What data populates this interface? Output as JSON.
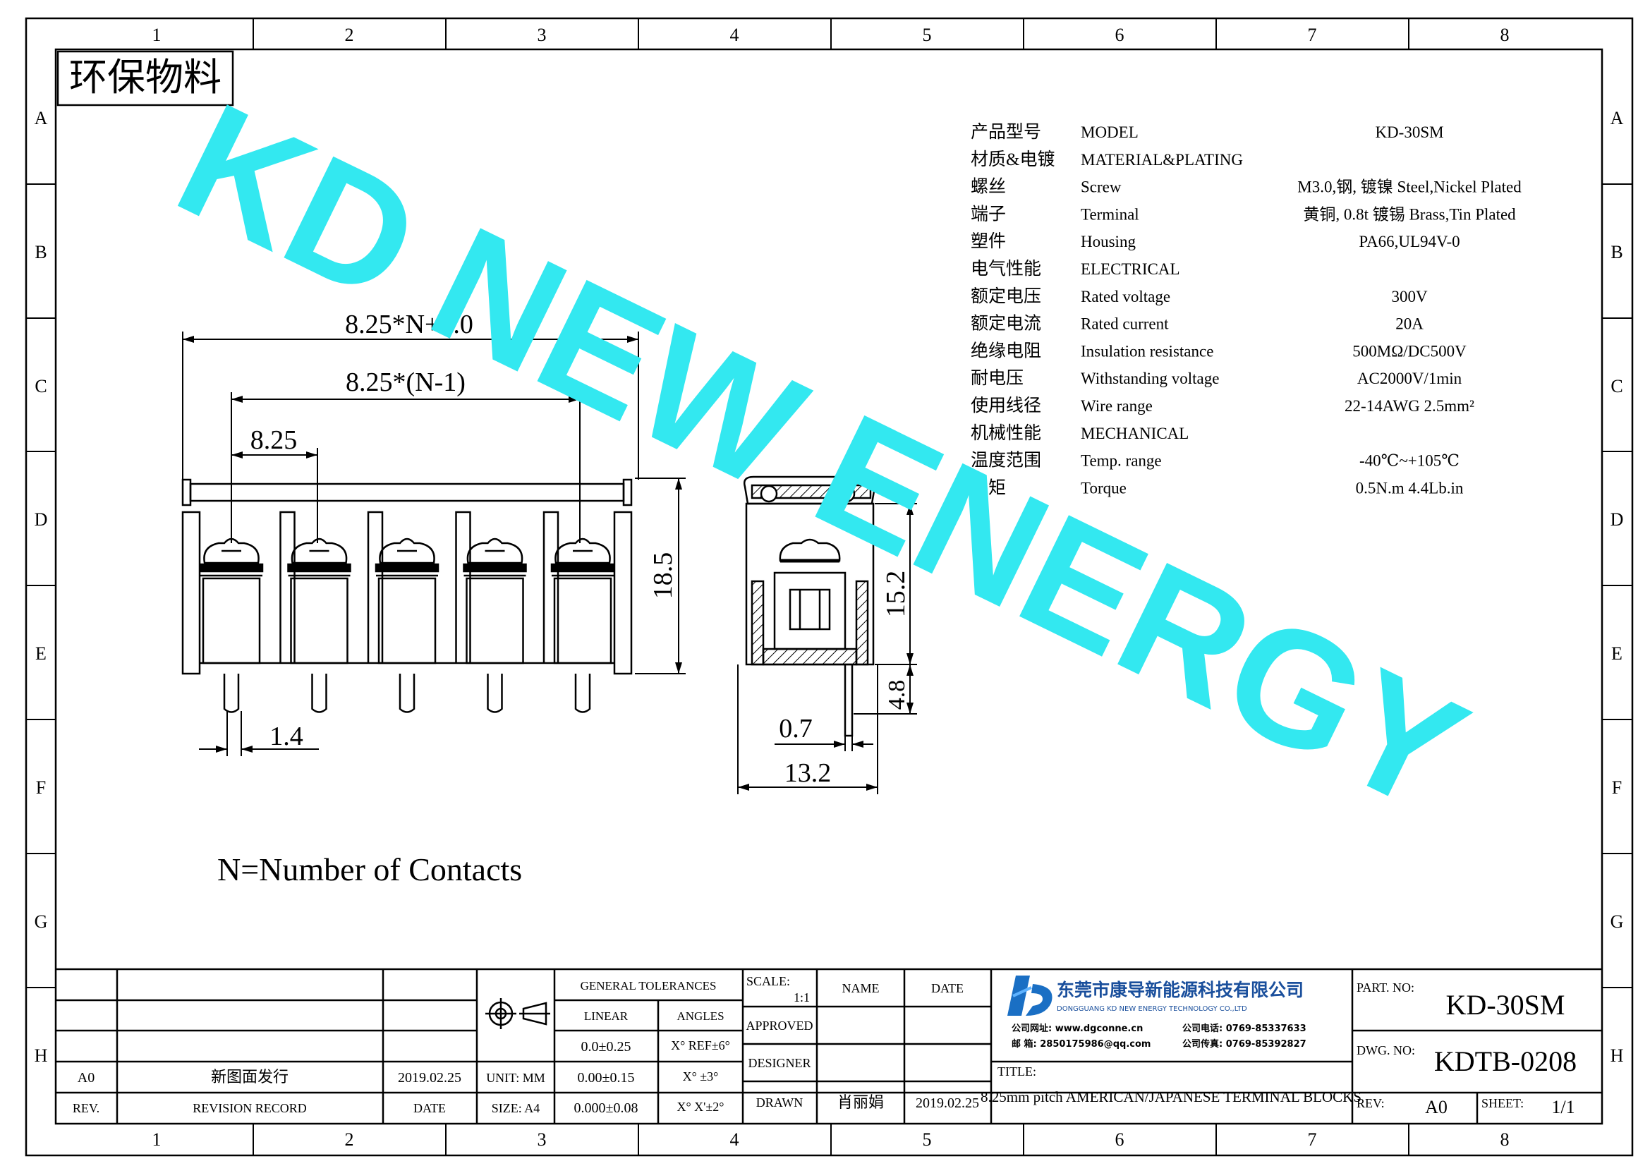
{
  "frame": {
    "columns": [
      "1",
      "2",
      "3",
      "4",
      "5",
      "6",
      "7",
      "8"
    ],
    "rows": [
      "A",
      "B",
      "C",
      "D",
      "E",
      "F",
      "G",
      "H"
    ]
  },
  "eco_label": "环保物料",
  "watermark": "KD NEW ENERGY",
  "spec_table": [
    {
      "cn": "产品型号",
      "en": "MODEL",
      "value": "KD-30SM"
    },
    {
      "cn": "材质&电镀",
      "en": "MATERIAL&PLATING",
      "value": ""
    },
    {
      "cn": "螺丝",
      "en": "Screw",
      "value": "M3.0,钢, 镀镍 Steel,Nickel Plated"
    },
    {
      "cn": "端子",
      "en": "Terminal",
      "value": "黄铜, 0.8t 镀锡 Brass,Tin Plated"
    },
    {
      "cn": "塑件",
      "en": "Housing",
      "value": "PA66,UL94V-0"
    },
    {
      "cn": "电气性能",
      "en": "ELECTRICAL",
      "value": ""
    },
    {
      "cn": "额定电压",
      "en": "Rated voltage",
      "value": "300V"
    },
    {
      "cn": "额定电流",
      "en": "Rated current",
      "value": "20A"
    },
    {
      "cn": "绝缘电阻",
      "en": "Insulation resistance",
      "value": "500MΩ/DC500V"
    },
    {
      "cn": "耐电压",
      "en": "Withstanding voltage",
      "value": "AC2000V/1min"
    },
    {
      "cn": "使用线径",
      "en": "Wire range",
      "value": "22-14AWG 2.5mm²"
    },
    {
      "cn": "机械性能",
      "en": "MECHANICAL",
      "value": ""
    },
    {
      "cn": "温度范围",
      "en": "Temp. range",
      "value": "-40℃~+105℃"
    },
    {
      "cn": "扭矩",
      "en": "Torque",
      "value": "0.5N.m  4.4Lb.in"
    }
  ],
  "dimensions": {
    "overall": "8.25*N+2.0",
    "span": "8.25*(N-1)",
    "pitch": "8.25",
    "height": "18.5",
    "pin_width": "1.4",
    "side_height": "15.2",
    "pin_length": "4.8",
    "pin_thickness": "0.7",
    "depth": "13.2"
  },
  "note": "N=Number of Contacts",
  "title_block": {
    "revision": {
      "rev": "A0",
      "record": "新图面发行",
      "date": "2019.02.25"
    },
    "revision_header": {
      "rev": "REV.",
      "record": "REVISION RECORD",
      "date": "DATE"
    },
    "unit": "UNIT: MM",
    "size": "SIZE: A4",
    "general_tolerances": "GENERAL TOLERANCES",
    "linear": "LINEAR",
    "angles": "ANGLES",
    "linear_values": [
      "0.0±0.25",
      "0.00±0.15",
      "0.000±0.08"
    ],
    "angle_values": [
      "X° REF±6°",
      "X° ±3°",
      "X° X'±2°"
    ],
    "scale_label": "SCALE:",
    "scale_value": "1:1",
    "name_label": "NAME",
    "date_label": "DATE",
    "approved": "APPROVED",
    "designer": "DESIGNER",
    "drawn": "DRAWN",
    "drawn_name": "肖丽娟",
    "drawn_date": "2019.02.25",
    "company_cn": "东莞市康导新能源科技有限公司",
    "company_en": "DONGGUANG KD NEW ENERGY TECHNOLOGY CO.,LTD",
    "website": "公司网址: www.dgconne.cn",
    "phone": "公司电话: 0769-85337633",
    "email": "邮    箱: 2850175986@qq.com",
    "fax": "公司传真: 0769-85392827",
    "title_label": "TITLE:",
    "title": "8.25mm pitch AMERICAN/JAPANESE TERMINAL BLOCKS",
    "part_label": "PART. NO:",
    "part_no": "KD-30SM",
    "dwg_label": "DWG. NO:",
    "dwg_no": "KDTB-0208",
    "rev_label": "REV:",
    "rev_value": "A0",
    "sheet_label": "SHEET:",
    "sheet_value": "1/1"
  },
  "colors": {
    "ink": "#000000",
    "watermark": "#33e8f0",
    "logo_blue": "#1a6fc4"
  }
}
